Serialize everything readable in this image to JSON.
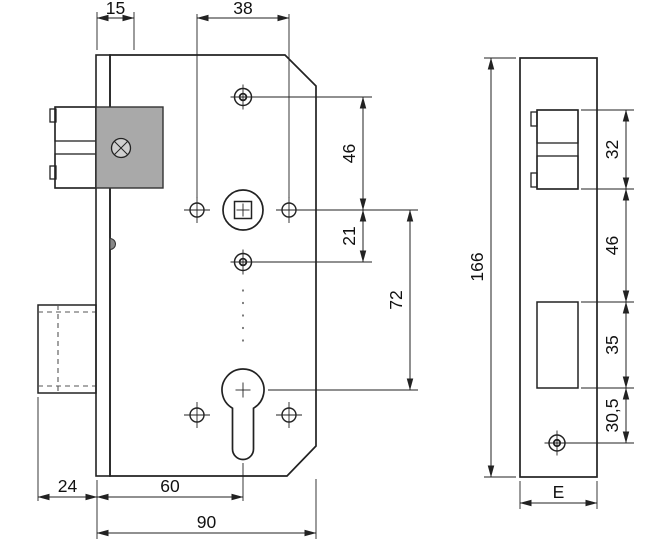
{
  "left_view": {
    "dimensions": {
      "faceplate_to_case": "15",
      "handle_hole_spacing": "38",
      "top_screw_to_follower": "46",
      "follower_to_lower_screw": "21",
      "follower_to_cylinder": "72",
      "bolt_throw": "24",
      "backset": "60",
      "case_depth": "90"
    }
  },
  "right_view": {
    "dimensions": {
      "faceplate_height": "166",
      "latch_cutout_height": "32",
      "latch_to_bolt_cutout": "46",
      "bolt_cutout_height": "35",
      "bolt_cutout_to_screw": "30,5",
      "faceplate_width": "E"
    }
  },
  "colors": {
    "guide_fill": "#a9a9a9",
    "screw_head_fill": "#cfcfcf",
    "line": "#222222"
  }
}
